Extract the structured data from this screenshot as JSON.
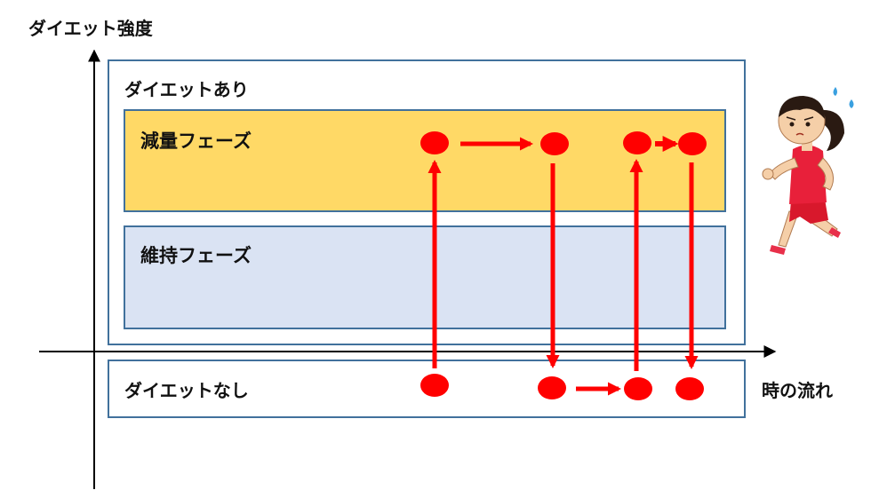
{
  "axes": {
    "y_label": "ダイエット強度",
    "x_label": "時の流れ"
  },
  "regions": {
    "with_diet": {
      "label": "ダイエットあり"
    },
    "loss_phase": {
      "label": "減量フェーズ",
      "fill": "#ffd966",
      "border": "#41719c"
    },
    "maintain_phase": {
      "label": "維持フェーズ",
      "fill": "#dae3f3",
      "border": "#41719c"
    },
    "no_diet": {
      "label": "ダイエットなし"
    }
  },
  "colors": {
    "marker": "#ff0000",
    "axis": "#000000",
    "frame": "#41719c"
  },
  "illustration": {
    "icon": "running-woman-icon"
  }
}
